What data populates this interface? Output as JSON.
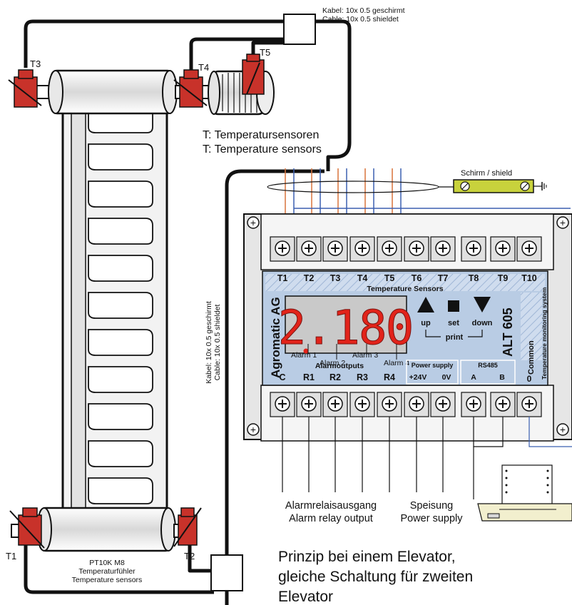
{
  "cable_top": {
    "line1": "Kabel: 10x 0.5  geschirmt",
    "line2": "Cable: 10x 0.5 shieldet"
  },
  "cable_side": {
    "line1": "Kabel: 10x 0.5  geschirmt",
    "line2": "Cable: 10x 0.5 shieldet"
  },
  "sensor_labels": {
    "t1": "T1",
    "t2": "T2",
    "t3": "T3",
    "t4": "T4",
    "t5": "T5"
  },
  "legend": {
    "line1": "T: Temperatursensoren",
    "line2": "T: Temperature sensors"
  },
  "shield_label": "Schirm / shield",
  "sensor_note": {
    "line1": "PT10K M8",
    "line2": "Temperaturfühler",
    "line3": "Temperature sensors"
  },
  "device": {
    "brand": "Agromatic AG",
    "model": "ALT 605",
    "side_label": "Temperature monitoring system",
    "display_value": "2.180",
    "channels": [
      "T1",
      "T2",
      "T3",
      "T4",
      "T5",
      "T6",
      "T7",
      "T8",
      "T9",
      "T10"
    ],
    "channels_title": "Temperature Sensors",
    "buttons": {
      "up": "up",
      "set": "set",
      "down": "down",
      "print": "print"
    },
    "alarms": [
      "Alarm 1",
      "Alarm 2",
      "Alarm 3",
      "Alarm 4"
    ],
    "alarmoutputs_title": "Alarmoutputs",
    "outputs": [
      "C",
      "R1",
      "R2",
      "R3",
      "R4"
    ],
    "power_title": "Power supply",
    "power": [
      "+24V",
      "0V"
    ],
    "rs485_title": "RS485",
    "rs485": [
      "A",
      "B"
    ],
    "common_label": "Common",
    "common_value": "0"
  },
  "bottom_labels": {
    "alarm_de": "Alarmrelaisausgang",
    "alarm_en": "Alarm relay output",
    "supply_de": "Speisung",
    "supply_en": "Power supply"
  },
  "principle": {
    "line1": "Prinzip bei einem Elevator,",
    "line2": "gleiche Schaltung für zweiten",
    "line3": "Elevator"
  },
  "colors": {
    "sensor_red": "#c8322a",
    "panel_blue": "#b9cce4",
    "wire_blue": "#3b5fb0",
    "wire_orange": "#d9733a",
    "display_red": "#e2231a",
    "shield_yellow": "#c8d23c"
  }
}
